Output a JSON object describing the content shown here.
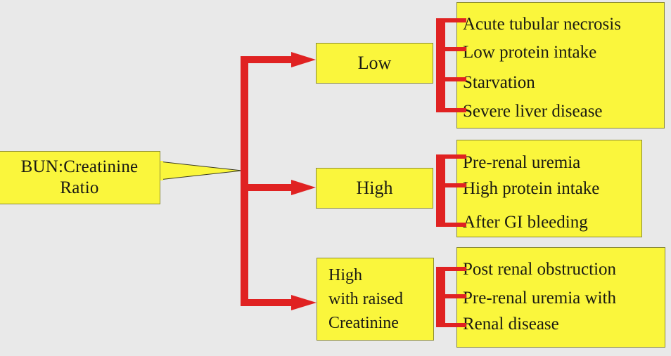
{
  "colors": {
    "background": "#e9e9e9",
    "box_fill": "#faf63c",
    "box_border": "#8a8a34",
    "connector_red": "#e02222",
    "text": "#1a1a14"
  },
  "root": {
    "line1": "BUN:Creatinine",
    "line2": "Ratio"
  },
  "branches": [
    {
      "label": "Low",
      "items": [
        "Acute tubular necrosis",
        "Low protein intake",
        "Starvation",
        "Severe liver disease"
      ]
    },
    {
      "label": "High",
      "items": [
        "Pre-renal uremia",
        "High protein intake",
        "After GI bleeding"
      ]
    },
    {
      "label_line1": "High",
      "label_line2": "with raised",
      "label_line3": "Creatinine",
      "items": [
        "Post renal obstruction",
        "Pre-renal uremia with",
        "Renal disease"
      ]
    }
  ]
}
